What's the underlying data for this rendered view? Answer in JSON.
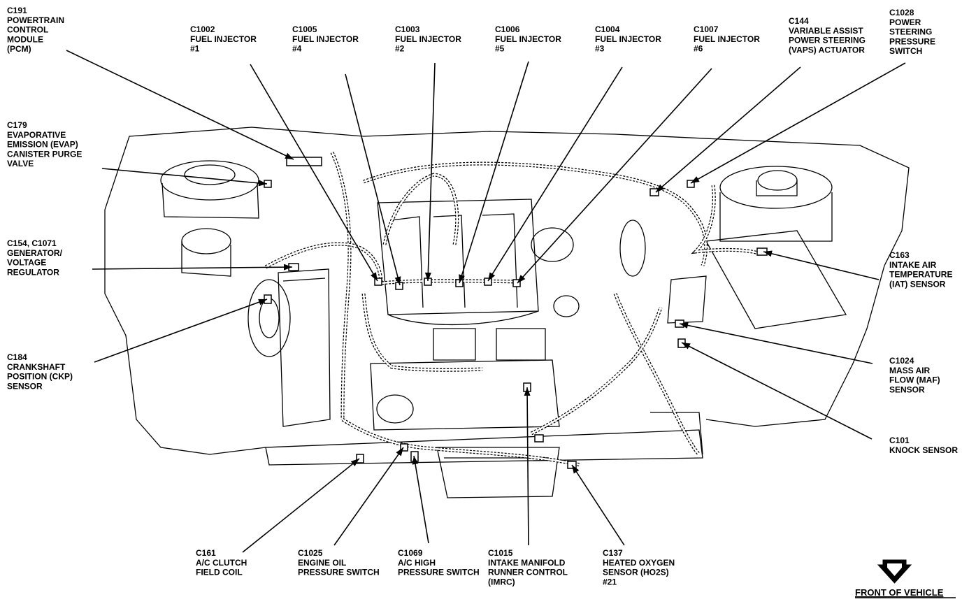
{
  "labels": [
    {
      "id": "c191",
      "lines": [
        "C191",
        "POWERTRAIN",
        "CONTROL",
        "MODULE",
        "(PCM)"
      ]
    },
    {
      "id": "c1002",
      "lines": [
        "C1002",
        "FUEL INJECTOR",
        "#1"
      ]
    },
    {
      "id": "c1005",
      "lines": [
        "C1005",
        "FUEL INJECTOR",
        "#4"
      ]
    },
    {
      "id": "c1003",
      "lines": [
        "C1003",
        "FUEL INJECTOR",
        "#2"
      ]
    },
    {
      "id": "c1006",
      "lines": [
        "C1006",
        "FUEL INJECTOR",
        "#5"
      ]
    },
    {
      "id": "c1004",
      "lines": [
        "C1004",
        "FUEL INJECTOR",
        "#3"
      ]
    },
    {
      "id": "c1007",
      "lines": [
        "C1007",
        "FUEL INJECTOR",
        "#6"
      ]
    },
    {
      "id": "c144",
      "lines": [
        "C144",
        "VARIABLE ASSIST",
        "POWER STEERING",
        "(VAPS) ACTUATOR"
      ]
    },
    {
      "id": "c1028",
      "lines": [
        "C1028",
        "POWER",
        "STEERING",
        "PRESSURE",
        "SWITCH"
      ]
    },
    {
      "id": "c179",
      "lines": [
        "C179",
        "EVAPORATIVE",
        "EMISSION (EVAP)",
        "CANISTER PURGE",
        "VALVE"
      ]
    },
    {
      "id": "c154",
      "lines": [
        "C154, C1071",
        "GENERATOR/",
        "VOLTAGE",
        "REGULATOR"
      ]
    },
    {
      "id": "c163",
      "lines": [
        "C163",
        "INTAKE AIR",
        "TEMPERATURE",
        "(IAT) SENSOR"
      ]
    },
    {
      "id": "c184",
      "lines": [
        "C184",
        "CRANKSHAFT",
        "POSITION (CKP)",
        "SENSOR"
      ]
    },
    {
      "id": "c1024",
      "lines": [
        "C1024",
        "MASS AIR",
        "FLOW (MAF)",
        "SENSOR"
      ]
    },
    {
      "id": "c101",
      "lines": [
        "C101",
        "KNOCK SENSOR"
      ]
    },
    {
      "id": "c161",
      "lines": [
        "C161",
        "A/C CLUTCH",
        "FIELD COIL"
      ]
    },
    {
      "id": "c1025",
      "lines": [
        "C1025",
        "ENGINE OIL",
        "PRESSURE SWITCH"
      ]
    },
    {
      "id": "c1069",
      "lines": [
        "C1069",
        "A/C HIGH",
        "PRESSURE SWITCH"
      ]
    },
    {
      "id": "c1015",
      "lines": [
        "C1015",
        "INTAKE MANIFOLD",
        "RUNNER CONTROL",
        "(IMRC)"
      ]
    },
    {
      "id": "c137",
      "lines": [
        "C137",
        "HEATED OXYGEN",
        "SENSOR (HO2S)",
        "#21"
      ]
    }
  ],
  "front_label": "FRONT OF VEHICLE"
}
